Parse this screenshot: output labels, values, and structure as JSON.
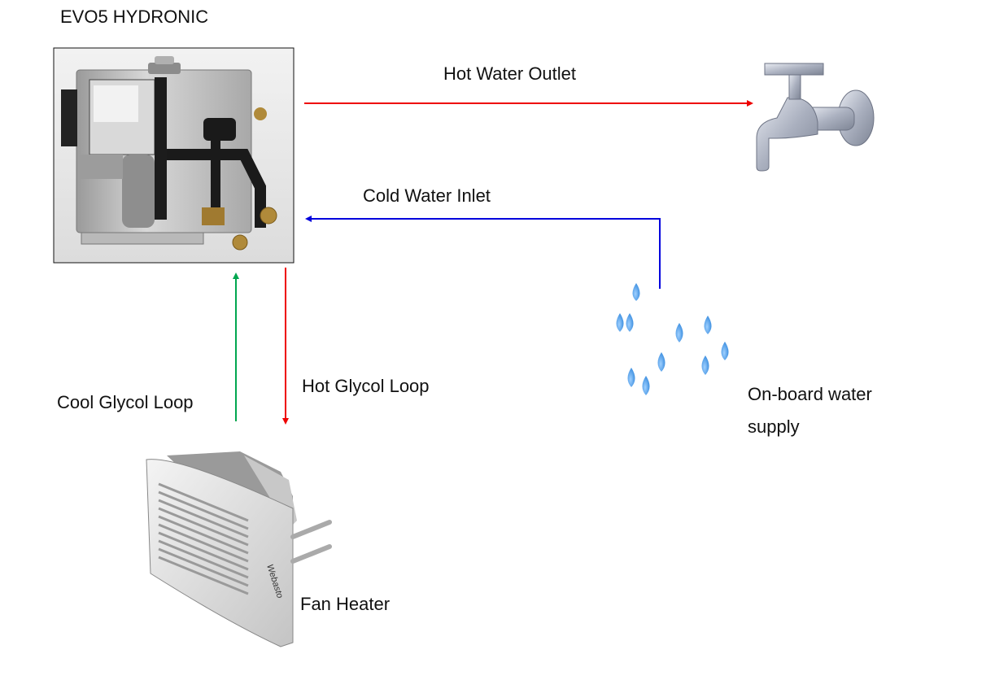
{
  "title": "EVO5 HYDRONIC",
  "components": {
    "hydronic_unit": {
      "label": "EVO5 HYDRONIC",
      "icon": "heater-unit-photo"
    },
    "tap": {
      "icon": "water-tap-icon"
    },
    "water_supply": {
      "label_line1": "On-board water",
      "label_line2": "supply",
      "icon": "water-drops-icon"
    },
    "fan_heater": {
      "label": "Fan Heater",
      "brand": "Webasto",
      "icon": "fan-heater-photo"
    }
  },
  "flows": {
    "hot_water_outlet": {
      "label": "Hot Water Outlet",
      "color": "#ee0000"
    },
    "cold_water_inlet": {
      "label": "Cold Water Inlet",
      "color": "#0000dd"
    },
    "cool_glycol_loop": {
      "label": "Cool Glycol Loop",
      "color": "#00a64f"
    },
    "hot_glycol_loop": {
      "label": "Hot Glycol Loop",
      "color": "#ee0000"
    }
  }
}
